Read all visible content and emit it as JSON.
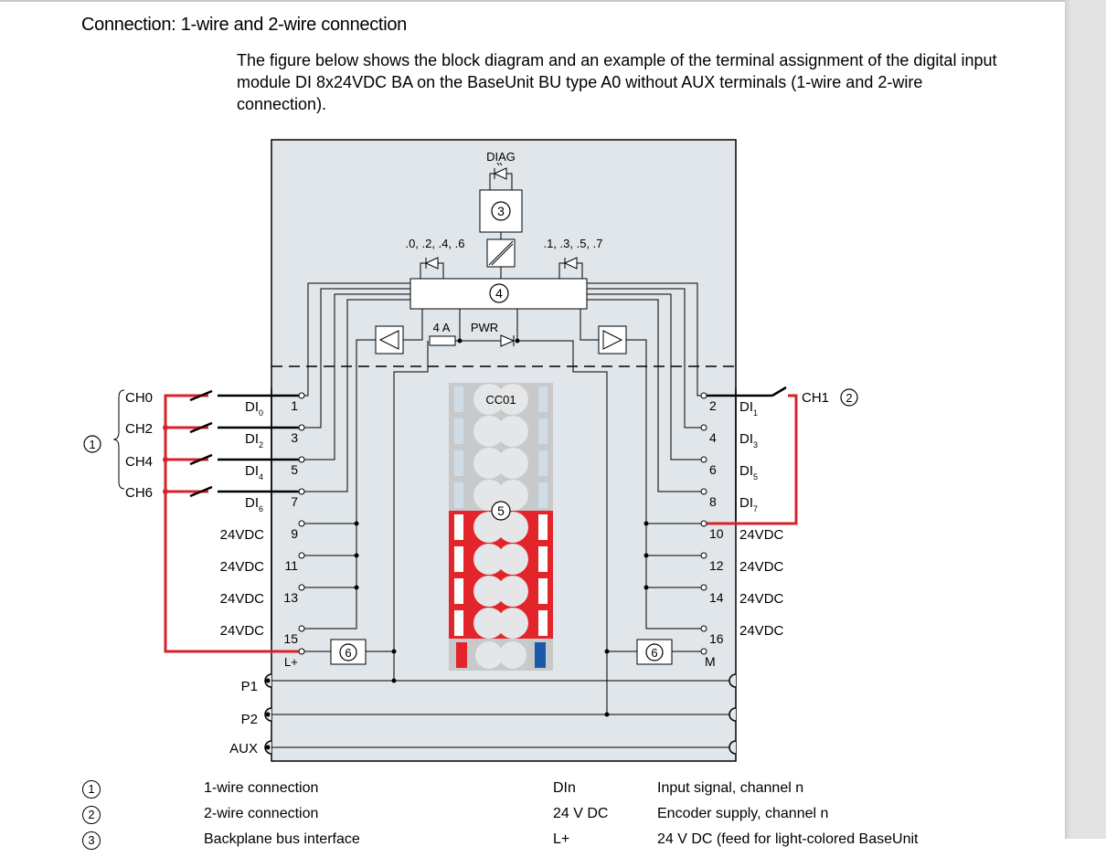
{
  "section_title": "Connection: 1-wire and 2-wire connection",
  "intro_text": "The figure below shows the block diagram and an example of the terminal assignment of the digital input module DI 8x24VDC BA on the BaseUnit BU type A0 without AUX terminals (1-wire and 2-wire connection).",
  "diagram": {
    "diag_label": "DIAG",
    "led_group_left": ".0, .2, .4, .6",
    "led_group_right": ".1, .3, .5, .7",
    "fuse_label": "4 A",
    "pwr_label": "PWR",
    "color_code_label": "CC01",
    "callouts": {
      "c1": "1",
      "c2": "2",
      "c3": "3",
      "c4": "4",
      "c5": "5",
      "c6": "6"
    },
    "left_channels": [
      "CH0",
      "CH2",
      "CH4",
      "CH6"
    ],
    "right_channel": "CH1",
    "left_di": [
      {
        "base": "DI",
        "sub": "0"
      },
      {
        "base": "DI",
        "sub": "2"
      },
      {
        "base": "DI",
        "sub": "4"
      },
      {
        "base": "DI",
        "sub": "6"
      }
    ],
    "right_di": [
      {
        "base": "DI",
        "sub": "1"
      },
      {
        "base": "DI",
        "sub": "3"
      },
      {
        "base": "DI",
        "sub": "5"
      },
      {
        "base": "DI",
        "sub": "7"
      }
    ],
    "left_terminals": [
      "1",
      "3",
      "5",
      "7",
      "9",
      "11",
      "13",
      "15"
    ],
    "right_terminals": [
      "2",
      "4",
      "6",
      "8",
      "10",
      "12",
      "14",
      "16"
    ],
    "left_supply_labels": [
      "24VDC",
      "24VDC",
      "24VDC",
      "24VDC"
    ],
    "right_supply_labels": [
      "24VDC",
      "24VDC",
      "24VDC",
      "24VDC"
    ],
    "l_plus": "L+",
    "m_label": "M",
    "bus_labels": [
      "P1",
      "P2",
      "AUX"
    ],
    "colors": {
      "wire_red": "#d9222a",
      "module_bg": "#e1e6ea",
      "terminal_red": "#e3242b",
      "terminal_blue": "#1a5aa8"
    }
  },
  "legend": [
    {
      "num": "1",
      "text": "1-wire connection",
      "key": "DIn",
      "value": "Input signal, channel n"
    },
    {
      "num": "2",
      "text": "2-wire connection",
      "key": "24 V DC",
      "value": "Encoder supply, channel n"
    },
    {
      "num": "3",
      "text": "Backplane bus interface",
      "key": "L+",
      "value": "24 V DC (feed for light-colored BaseUnit"
    }
  ]
}
